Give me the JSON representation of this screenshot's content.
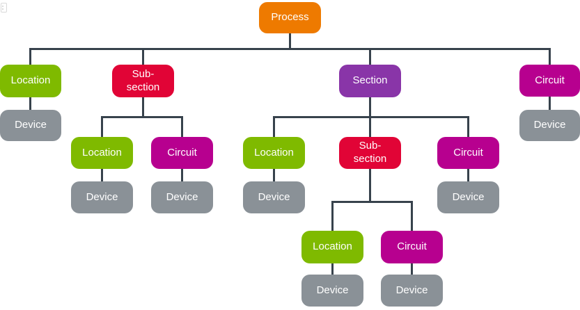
{
  "palette": {
    "process": "#EE7A00",
    "location": "#7FBA00",
    "subsection": "#E10436",
    "section": "#8935A8",
    "circuit": "#B7008F",
    "device": "#8A9197",
    "connector": "#37424C",
    "node_text": "#FFFFFF",
    "corner_icon": "#D9D9D9"
  },
  "corner_icon_name": "page-icon",
  "nodes": [
    {
      "label": "Process",
      "type": "process"
    },
    {
      "label": "Location",
      "type": "location"
    },
    {
      "label": "Sub-\nsection",
      "type": "subsection"
    },
    {
      "label": "Section",
      "type": "section"
    },
    {
      "label": "Circuit",
      "type": "circuit"
    },
    {
      "label": "Device",
      "type": "device"
    },
    {
      "label": "Device",
      "type": "device"
    },
    {
      "label": "Location",
      "type": "location"
    },
    {
      "label": "Circuit",
      "type": "circuit"
    },
    {
      "label": "Location",
      "type": "location"
    },
    {
      "label": "Sub-\nsection",
      "type": "subsection"
    },
    {
      "label": "Circuit",
      "type": "circuit"
    },
    {
      "label": "Device",
      "type": "device"
    },
    {
      "label": "Device",
      "type": "device"
    },
    {
      "label": "Device",
      "type": "device"
    },
    {
      "label": "Device",
      "type": "device"
    },
    {
      "label": "Location",
      "type": "location"
    },
    {
      "label": "Circuit",
      "type": "circuit"
    },
    {
      "label": "Device",
      "type": "device"
    },
    {
      "label": "Device",
      "type": "device"
    }
  ]
}
